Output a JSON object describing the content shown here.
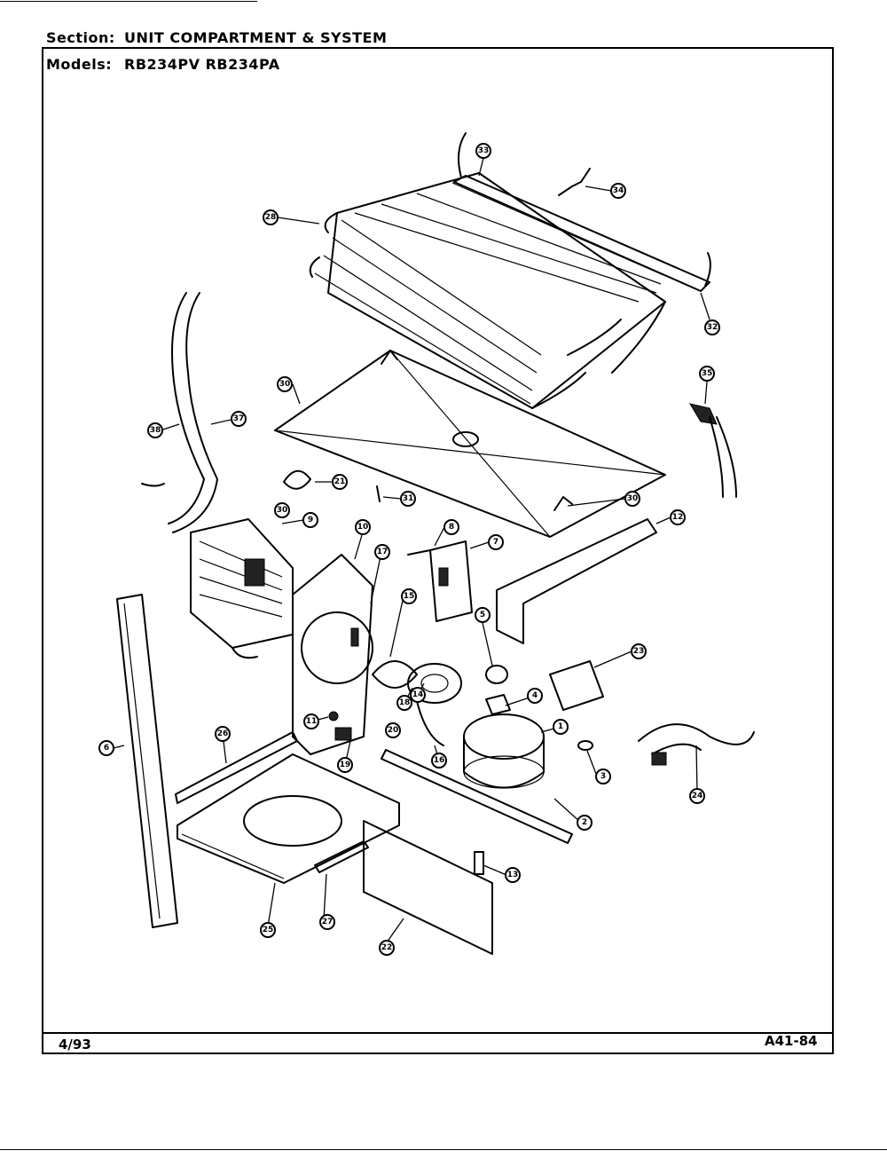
{
  "header": {
    "section_label": "Section:",
    "section_value": "UNIT COMPARTMENT & SYSTEM",
    "models_label": "Models:",
    "models_value": "RB234PV RB234PA"
  },
  "footer": {
    "date": "4/93",
    "doc_number": "A41-84"
  },
  "callouts": [
    {
      "id": "c-33",
      "label": "33"
    },
    {
      "id": "c-34a",
      "label": "34"
    },
    {
      "id": "c-28a",
      "label": "28"
    },
    {
      "id": "c-32",
      "label": "32"
    },
    {
      "id": "c-35",
      "label": "35"
    },
    {
      "id": "c-30a",
      "label": "30"
    },
    {
      "id": "c-38",
      "label": "38"
    },
    {
      "id": "c-37",
      "label": "37"
    },
    {
      "id": "c-21",
      "label": "21"
    },
    {
      "id": "c-31",
      "label": "31"
    },
    {
      "id": "c-30b",
      "label": "30"
    },
    {
      "id": "c-39",
      "label": "30"
    },
    {
      "id": "c-12",
      "label": "12"
    },
    {
      "id": "c-9",
      "label": "9"
    },
    {
      "id": "c-10",
      "label": "10"
    },
    {
      "id": "c-17",
      "label": "17"
    },
    {
      "id": "c-8",
      "label": "8"
    },
    {
      "id": "c-7",
      "label": "7"
    },
    {
      "id": "c-15",
      "label": "15"
    },
    {
      "id": "c-5",
      "label": "5"
    },
    {
      "id": "c-23",
      "label": "23"
    },
    {
      "id": "c-6",
      "label": "6"
    },
    {
      "id": "c-11",
      "label": "11"
    },
    {
      "id": "c-18",
      "label": "18"
    },
    {
      "id": "c-14",
      "label": "14"
    },
    {
      "id": "c-4",
      "label": "4"
    },
    {
      "id": "c-1",
      "label": "1"
    },
    {
      "id": "c-26",
      "label": "26"
    },
    {
      "id": "c-19",
      "label": "19"
    },
    {
      "id": "c-20",
      "label": "20"
    },
    {
      "id": "c-3",
      "label": "3"
    },
    {
      "id": "c-24",
      "label": "24"
    },
    {
      "id": "c-16",
      "label": "16"
    },
    {
      "id": "c-2",
      "label": "2"
    },
    {
      "id": "c-13",
      "label": "13"
    },
    {
      "id": "c-25",
      "label": "25"
    },
    {
      "id": "c-27",
      "label": "27"
    },
    {
      "id": "c-22",
      "label": "22"
    }
  ]
}
